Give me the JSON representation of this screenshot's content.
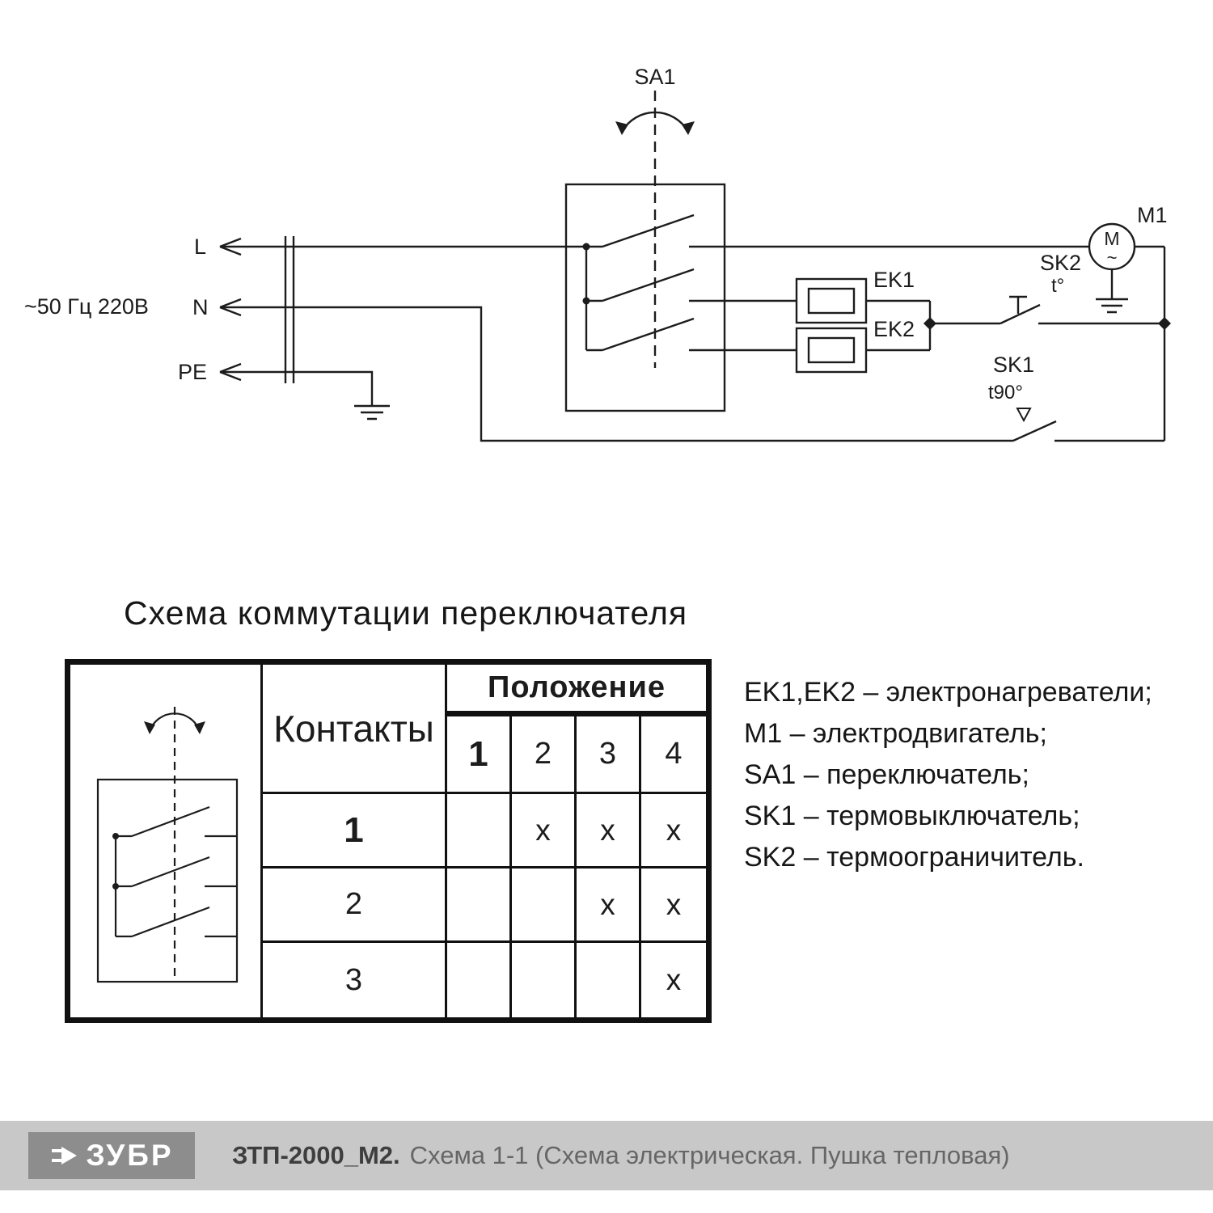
{
  "circuit": {
    "power_label": "~50 Гц 220В",
    "line_l": "L",
    "line_n": "N",
    "line_pe": "PE",
    "sa1": "SA1",
    "ek1": "EK1",
    "ek2": "EK2",
    "sk2": "SK2",
    "sk2_temp": "t°",
    "sk1": "SK1",
    "sk1_temp": "t90°",
    "m1": "M1",
    "motor_m": "M",
    "motor_tilde": "~"
  },
  "switch_table": {
    "title": "Схема коммутации переключателя",
    "contacts_header": "Контакты",
    "position_header": "Положение",
    "positions": [
      "1",
      "2",
      "3",
      "4"
    ],
    "rows": [
      {
        "contact": "1",
        "marks": [
          "",
          "x",
          "x",
          "x"
        ]
      },
      {
        "contact": "2",
        "marks": [
          "",
          "",
          "x",
          "x"
        ]
      },
      {
        "contact": "3",
        "marks": [
          "",
          "",
          "",
          "x"
        ]
      }
    ]
  },
  "legend": {
    "items": [
      "EK1,EK2 – электронагреватели;",
      "M1 – электродвигатель;",
      "SA1 – переключатель;",
      "SK1 – термовыключатель;",
      "SK2 – термоограничитель."
    ]
  },
  "footer": {
    "brand": "ЗУБР",
    "model": "ЗТП-2000_М2.",
    "description": "Схема 1-1 (Схема электрическая. Пушка тепловая)"
  }
}
